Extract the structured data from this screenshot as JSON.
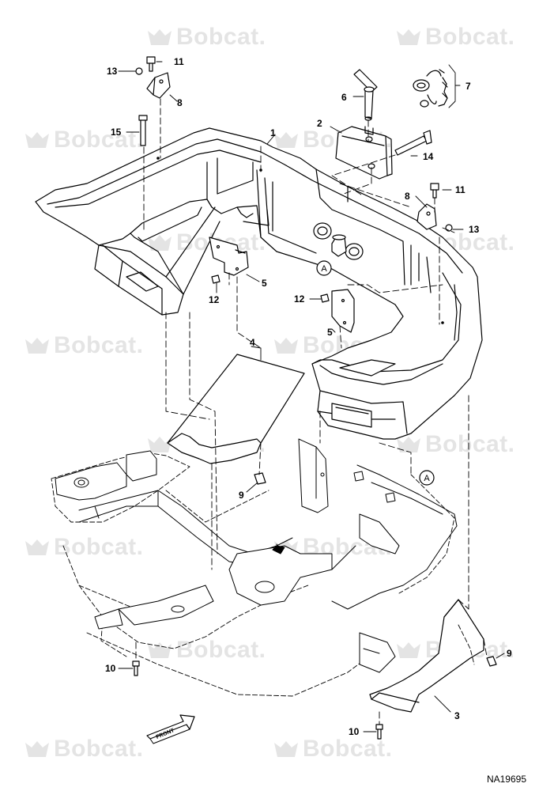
{
  "watermark": {
    "text": "Bobcat."
  },
  "reference_id": "NA19695",
  "front_arrow_label": "FRONT",
  "detail_marker": "A",
  "callouts": {
    "c1": "1",
    "c2": "2",
    "c3": "3",
    "c4": "4",
    "c5a": "5",
    "c5b": "5",
    "c6": "6",
    "c7": "7",
    "c8a": "8",
    "c8b": "8",
    "c9a": "9",
    "c9b": "9",
    "c10a": "10",
    "c10b": "10",
    "c11a": "11",
    "c11b": "11",
    "c12a": "12",
    "c12b": "12",
    "c13a": "13",
    "c13b": "13",
    "c14": "14",
    "c15": "15"
  },
  "colors": {
    "line": "#000000",
    "watermark": "#e4e4e4",
    "fill": "#ffffff",
    "shade": "#d9d9d9"
  }
}
